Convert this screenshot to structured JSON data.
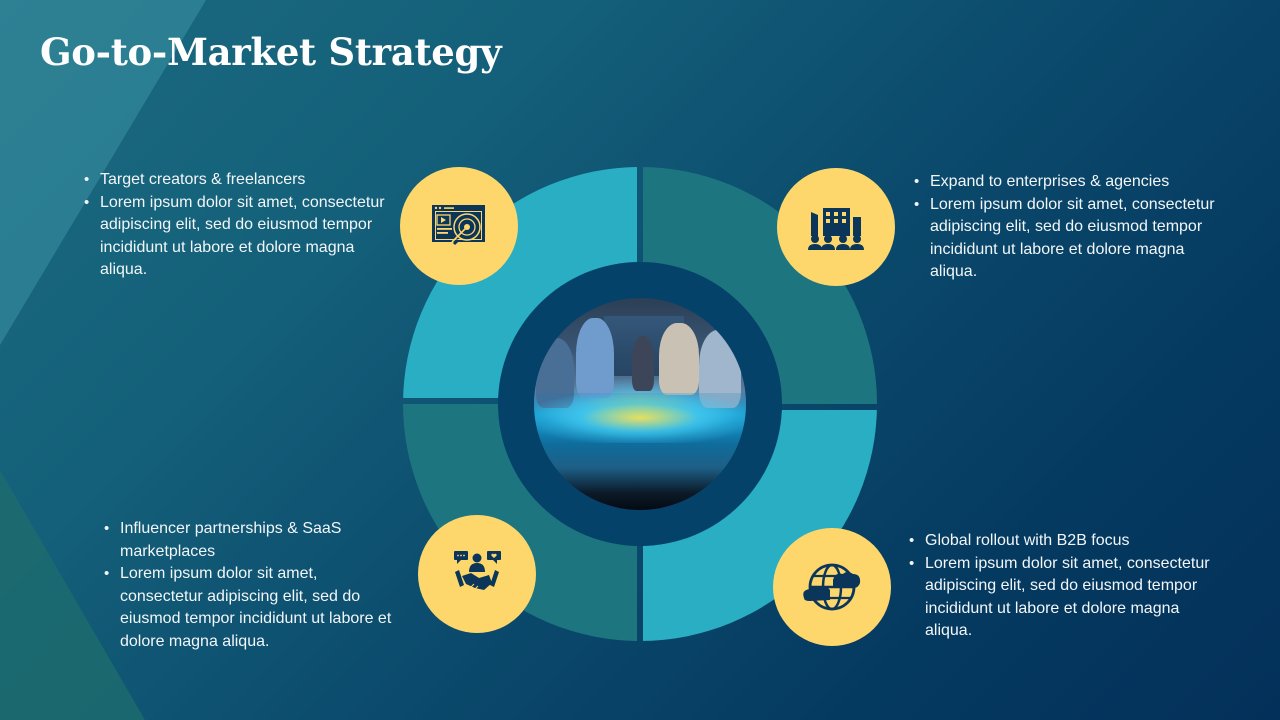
{
  "slide": {
    "title": "Go-to-Market Strategy"
  },
  "colors": {
    "background_start": "#1b6a80",
    "background_end": "#03305a",
    "segment_light": "#2aaec3",
    "segment_dark": "#1d7580",
    "inner_ring": "#05426a",
    "icon_circle": "#fdd76c",
    "icon_glyph": "#0b3559"
  },
  "diagram": {
    "center_image": "team-hologram-photo",
    "quadrants": [
      {
        "position": "top-left",
        "icon": "video-marketing-target-icon",
        "heading": "Target creators & freelancers",
        "body": "Lorem ipsum dolor sit amet, consectetur adipiscing elit, sed do eiusmod tempor incididunt ut labore et dolore magna aliqua."
      },
      {
        "position": "top-right",
        "icon": "enterprise-building-people-icon",
        "heading": "Expand to enterprises & agencies",
        "body": "Lorem ipsum dolor sit amet, consectetur adipiscing elit, sed do eiusmod tempor incididunt ut labore et dolore magna aliqua."
      },
      {
        "position": "bottom-left",
        "icon": "handshake-partnership-icon",
        "heading": "Influencer partnerships & SaaS marketplaces",
        "body": "Lorem ipsum dolor sit amet, consectetur adipiscing elit, sed do eiusmod tempor incididunt ut labore et dolore magna aliqua."
      },
      {
        "position": "bottom-right",
        "icon": "global-network-icon",
        "heading": "Global rollout with B2B focus",
        "body": "Lorem ipsum dolor sit amet, consectetur adipiscing elit, sed do eiusmod tempor incididunt ut labore et dolore magna aliqua."
      }
    ]
  }
}
